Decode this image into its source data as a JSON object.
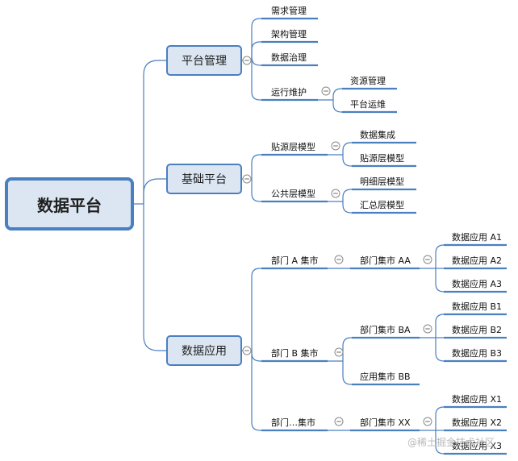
{
  "diagram": {
    "root": "数据平台",
    "branches": [
      {
        "label": "平台管理",
        "children": [
          {
            "label": "需求管理"
          },
          {
            "label": "架构管理"
          },
          {
            "label": "数据治理"
          },
          {
            "label": "运行维护",
            "children": [
              {
                "label": "资源管理"
              },
              {
                "label": "平台运维"
              }
            ]
          }
        ]
      },
      {
        "label": "基础平台",
        "children": [
          {
            "label": "贴源层模型",
            "children": [
              {
                "label": "数据集成"
              },
              {
                "label": "贴源层模型"
              }
            ]
          },
          {
            "label": "公共层模型",
            "children": [
              {
                "label": "明细层模型"
              },
              {
                "label": "汇总层模型"
              }
            ]
          }
        ]
      },
      {
        "label": "数据应用",
        "children": [
          {
            "label": "部门 A 集市",
            "children": [
              {
                "label": "部门集市 AA",
                "children": [
                  {
                    "label": "数据应用 A1"
                  },
                  {
                    "label": "数据应用 A2"
                  },
                  {
                    "label": "数据应用 A3"
                  }
                ]
              }
            ]
          },
          {
            "label": "部门 B 集市",
            "children": [
              {
                "label": "部门集市 BA",
                "children": [
                  {
                    "label": "数据应用 B1"
                  },
                  {
                    "label": "数据应用 B2"
                  },
                  {
                    "label": "数据应用 B3"
                  }
                ]
              },
              {
                "label": "应用集市 BB"
              }
            ]
          },
          {
            "label": "部门…集市",
            "children": [
              {
                "label": "部门集市 XX",
                "children": [
                  {
                    "label": "数据应用 X1"
                  },
                  {
                    "label": "数据应用 X2"
                  },
                  {
                    "label": "数据应用 X3"
                  }
                ]
              }
            ]
          }
        ]
      }
    ],
    "collapse_symbol": "⊖",
    "line_color": "#4a7fc0"
  },
  "watermark": "@稀土掘金技术社区"
}
